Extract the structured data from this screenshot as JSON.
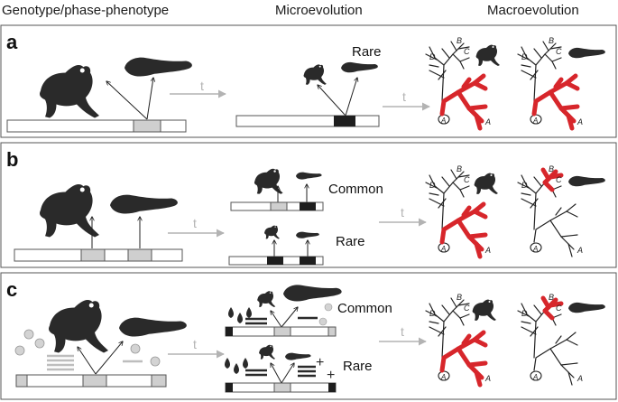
{
  "header": {
    "col1": "Genotype/phase-phenotype",
    "col2": "Microevolution",
    "col3": "Macroevolution"
  },
  "panels": [
    {
      "letter": "a",
      "time_label": "t",
      "annotations": [
        "Rare"
      ],
      "tree_labels": [
        "A",
        "B",
        "C",
        "D"
      ]
    },
    {
      "letter": "b",
      "time_label": "t",
      "annotations": [
        "Common",
        "Rare"
      ],
      "tree_labels": [
        "A",
        "B",
        "C",
        "D"
      ]
    },
    {
      "letter": "c",
      "time_label": "t",
      "annotations": [
        "Common",
        "Rare"
      ],
      "tree_labels": [
        "A",
        "B",
        "C",
        "D"
      ]
    }
  ],
  "colors": {
    "highlight": "#d7262b",
    "silhouette": "#2a2a2a",
    "arrow_gray": "#b3b3b3",
    "box_gray": "#cfcfcf",
    "box_black": "#1e1e1e",
    "border": "#555555"
  }
}
